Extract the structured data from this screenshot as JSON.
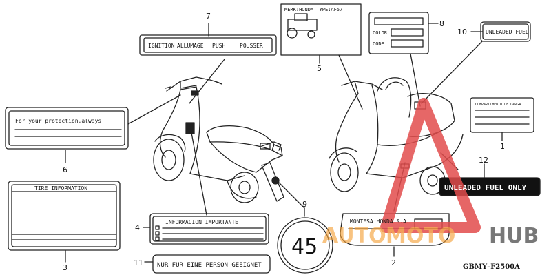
{
  "diagram": {
    "part_code": "GBMY–F2500A",
    "callouts": [
      "1",
      "2",
      "3",
      "4",
      "5",
      "6",
      "7",
      "8",
      "9",
      "10",
      "11",
      "12"
    ],
    "labels": {
      "ignition": [
        "IGNITION",
        "ALLUMAGE",
        "PUSH",
        "POUSSER"
      ],
      "merk": "MERK:HONDA TYPE:AF57",
      "color_label": "COLOR",
      "code_label": "CODE",
      "unleaded_small": "UNLEADED FUEL",
      "protection": "For your protection,always",
      "compartimiento": "COMPARTIMENTO DE CARGA",
      "tire_info": "TIRE INFORMATION",
      "unleaded_only": "UNLEADED FUEL ONLY",
      "informacion": "INFORMACION IMPORTANTE",
      "montesa": "MONTESA HONDA S.A.",
      "speed": "45",
      "nur_fur": "NUR FUR EINE PERSON GEEIGNET"
    },
    "watermark": {
      "part1": "AUTO",
      "part2": "MOTO",
      "part3": "HUB",
      "colors": {
        "red": "#e24c4c",
        "orange": "#f5a23a",
        "dark": "#3a3a3a"
      }
    }
  }
}
